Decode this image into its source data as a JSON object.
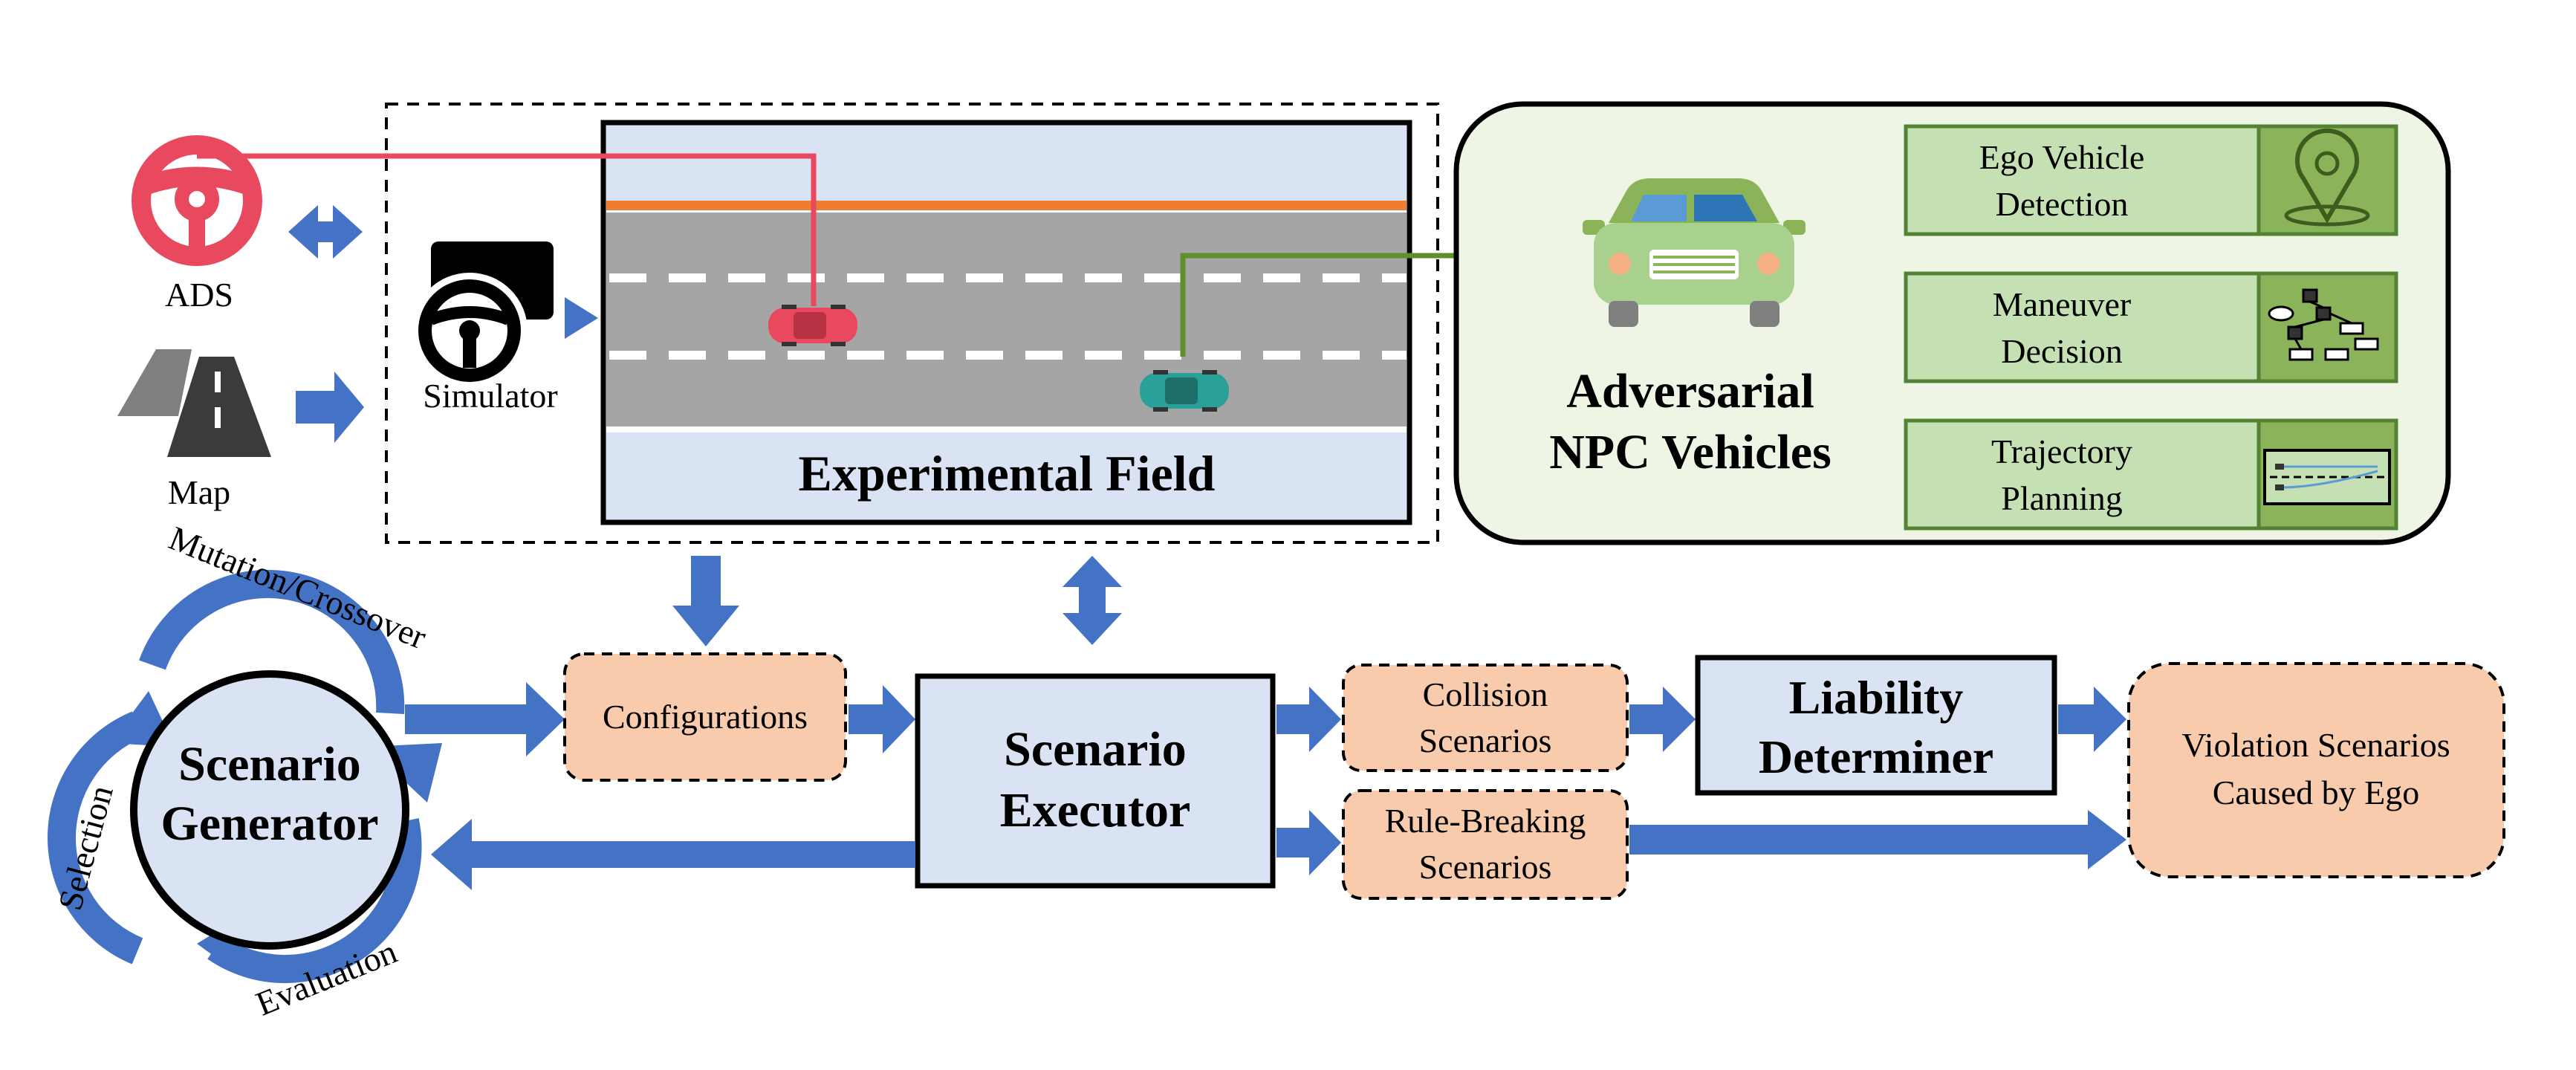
{
  "inputs": {
    "ads_label": "ADS",
    "map_label": "Map",
    "simulator_label": "Simulator"
  },
  "field": {
    "title": "Experimental Field"
  },
  "npc": {
    "title_line1": "Adversarial",
    "title_line2": "NPC Vehicles",
    "modules": [
      {
        "line1": "Ego Vehicle",
        "line2": "Detection",
        "icon": "location-pin-icon"
      },
      {
        "line1": "Maneuver",
        "line2": "Decision",
        "icon": "decision-tree-icon"
      },
      {
        "line1": "Trajectory",
        "line2": "Planning",
        "icon": "trajectory-icon"
      }
    ]
  },
  "generator": {
    "title_line1": "Scenario",
    "title_line2": "Generator",
    "cycle": {
      "top": "Mutation/Crossover",
      "left": "Selection",
      "bottom": "Evaluation"
    }
  },
  "flow": {
    "configurations": "Configurations",
    "executor_line1": "Scenario",
    "executor_line2": "Executor",
    "collision_line1": "Collision",
    "collision_line2": "Scenarios",
    "rule_line1": "Rule-Breaking",
    "rule_line2": "Scenarios",
    "liability_line1": "Liability",
    "liability_line2": "Determiner",
    "violation_line1": "Violation Scenarios",
    "violation_line2": "Caused by Ego"
  },
  "colors": {
    "arrow_blue": "#4472C4",
    "ads_red": "#E8495F",
    "box_blue": "#DAE3F3",
    "box_orange": "#F8CBAD",
    "npc_panel": "#EEF5E5",
    "module_green": "#C5E0B3",
    "icon_green": "#8AB35A",
    "road_gray": "#A5A5A5",
    "curb_orange": "#ED7D31",
    "npc_line_green": "#5E8F2C"
  }
}
